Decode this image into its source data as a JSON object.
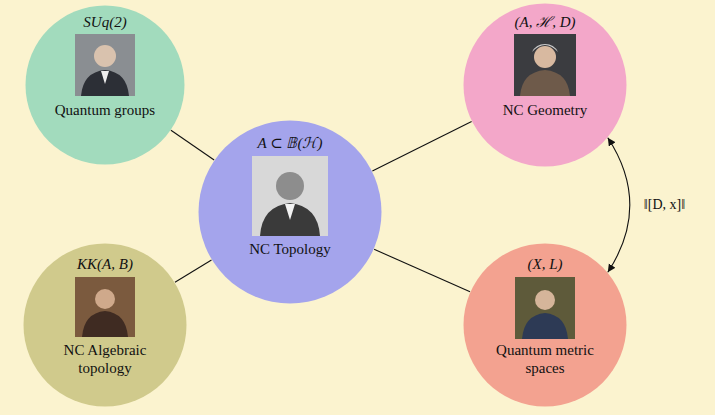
{
  "diagram": {
    "nodes": [
      {
        "text": [
          "SUq(2)",
          "Quantum groups"
        ]
      },
      {
        "text": [
          "(A, ℋ, D)",
          "NC Geometry"
        ]
      },
      {
        "text": [
          "A ⊂ 𝔹(ℋ)",
          "NC Topology"
        ]
      },
      {
        "text": [
          "KK(A, B)",
          "NC Algebraic topology"
        ]
      },
      {
        "text": [
          "(X, L)",
          "Quantum metric spaces"
        ]
      }
    ],
    "edges": [
      {
        "from": 0,
        "to": 2,
        "arrow": "none"
      },
      {
        "from": 2,
        "to": 1,
        "arrow": "none"
      },
      {
        "from": 3,
        "to": 2,
        "arrow": "none"
      },
      {
        "from": 2,
        "to": 4,
        "arrow": "none"
      },
      {
        "from": 1,
        "to": 4,
        "arrow": "both",
        "label": "‖[D, x]‖"
      }
    ]
  }
}
